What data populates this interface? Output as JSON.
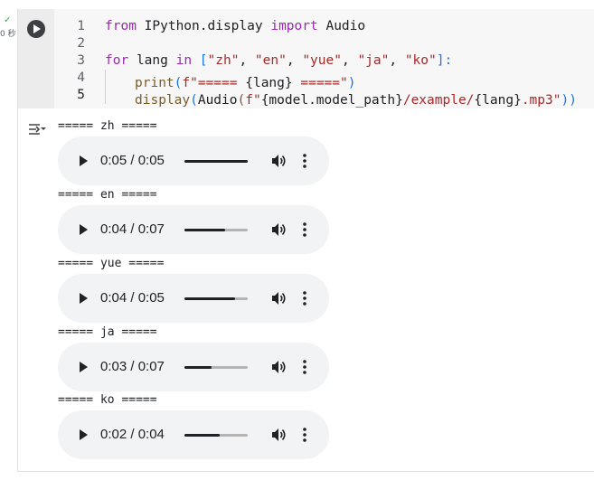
{
  "gutter": {
    "status_icon": "check-icon",
    "exec_time": "0 秒"
  },
  "code": {
    "line_numbers": [
      "1",
      "2",
      "3",
      "4",
      "5"
    ],
    "line1": {
      "kw_from": "from",
      "module": "IPython.display",
      "kw_import": "import",
      "name": "Audio"
    },
    "line3": {
      "kw_for": "for",
      "var": "lang",
      "kw_in": "in",
      "open": "[",
      "close": "]:",
      "items": [
        "\"zh\"",
        "\"en\"",
        "\"yue\"",
        "\"ja\"",
        "\"ko\""
      ],
      "sep": ", "
    },
    "line4": {
      "fn": "print",
      "open": "(",
      "fstr_prefix": "f\"===== ",
      "interp": "{lang}",
      "fstr_suffix": " =====\"",
      "close": ")"
    },
    "line5": {
      "fn": "display",
      "open": "(",
      "cls": "Audio",
      "open2": "(",
      "fstr_prefix": "f\"",
      "interp1": "{model.model_path}",
      "mid": "/example/",
      "interp2": "{lang}",
      "fstr_suffix": ".mp3\"",
      "close": "))"
    }
  },
  "output": {
    "icon": "output-collapse-icon",
    "blocks": [
      {
        "label": "===== zh =====",
        "time": "0:05 / 0:05",
        "progress": 1.0
      },
      {
        "label": "===== en =====",
        "time": "0:04 / 0:07",
        "progress": 0.64
      },
      {
        "label": "===== yue =====",
        "time": "0:04 / 0:05",
        "progress": 0.8
      },
      {
        "label": "===== ja =====",
        "time": "0:03 / 0:07",
        "progress": 0.43
      },
      {
        "label": "===== ko =====",
        "time": "0:02 / 0:04",
        "progress": 0.55
      }
    ]
  },
  "colors": {
    "keyword": "#9c27b0",
    "string": "#a52a2a",
    "bracket": "#1a73e8",
    "player_bg": "#f1f3f4",
    "success": "#34a853"
  }
}
